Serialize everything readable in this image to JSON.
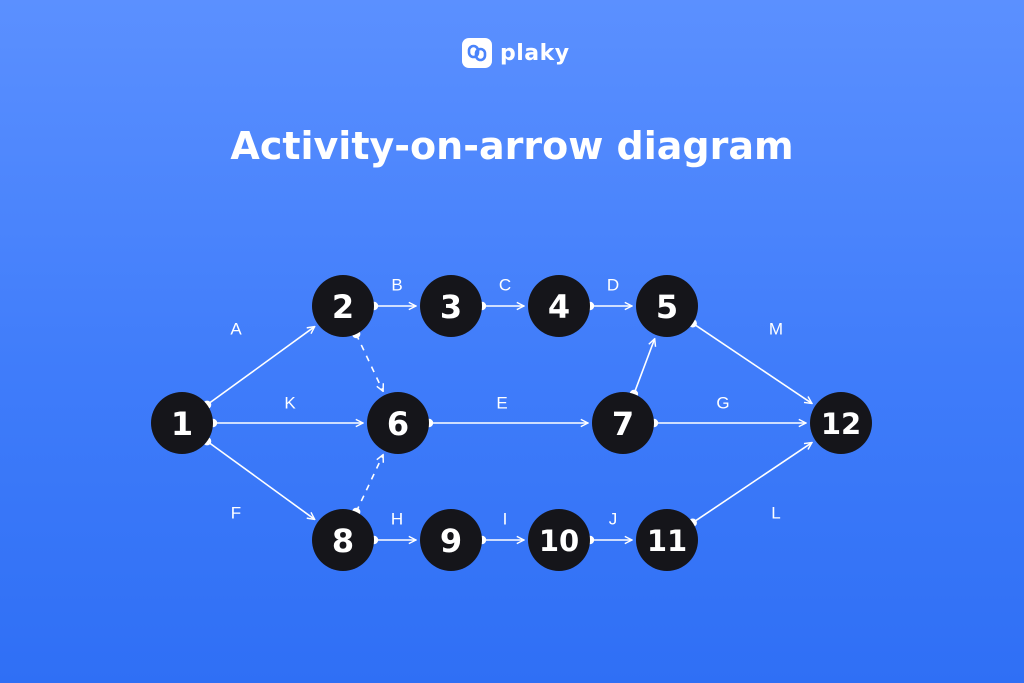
{
  "brand": {
    "name": "plaky"
  },
  "title": "Activity-on-arrow diagram",
  "colors": {
    "node": "#15151a",
    "line": "#ffffff",
    "text": "#ffffff"
  },
  "nodes": [
    {
      "id": "1",
      "label": "1"
    },
    {
      "id": "2",
      "label": "2"
    },
    {
      "id": "3",
      "label": "3"
    },
    {
      "id": "4",
      "label": "4"
    },
    {
      "id": "5",
      "label": "5"
    },
    {
      "id": "6",
      "label": "6"
    },
    {
      "id": "7",
      "label": "7"
    },
    {
      "id": "8",
      "label": "8"
    },
    {
      "id": "9",
      "label": "9"
    },
    {
      "id": "10",
      "label": "10"
    },
    {
      "id": "11",
      "label": "11"
    },
    {
      "id": "12",
      "label": "12"
    }
  ],
  "edges": [
    {
      "from": "1",
      "to": "2",
      "label": "A",
      "dashed": false
    },
    {
      "from": "2",
      "to": "3",
      "label": "B",
      "dashed": false
    },
    {
      "from": "3",
      "to": "4",
      "label": "C",
      "dashed": false
    },
    {
      "from": "4",
      "to": "5",
      "label": "D",
      "dashed": false
    },
    {
      "from": "5",
      "to": "12",
      "label": "M",
      "dashed": false
    },
    {
      "from": "1",
      "to": "6",
      "label": "K",
      "dashed": false
    },
    {
      "from": "6",
      "to": "7",
      "label": "E",
      "dashed": false
    },
    {
      "from": "7",
      "to": "12",
      "label": "G",
      "dashed": false
    },
    {
      "from": "1",
      "to": "8",
      "label": "F",
      "dashed": false
    },
    {
      "from": "8",
      "to": "9",
      "label": "H",
      "dashed": false
    },
    {
      "from": "9",
      "to": "10",
      "label": "I",
      "dashed": false
    },
    {
      "from": "10",
      "to": "11",
      "label": "J",
      "dashed": false
    },
    {
      "from": "11",
      "to": "12",
      "label": "L",
      "dashed": false
    },
    {
      "from": "2",
      "to": "6",
      "label": "",
      "dashed": true
    },
    {
      "from": "8",
      "to": "6",
      "label": "",
      "dashed": true
    },
    {
      "from": "7",
      "to": "5",
      "label": "",
      "dashed": false
    }
  ]
}
